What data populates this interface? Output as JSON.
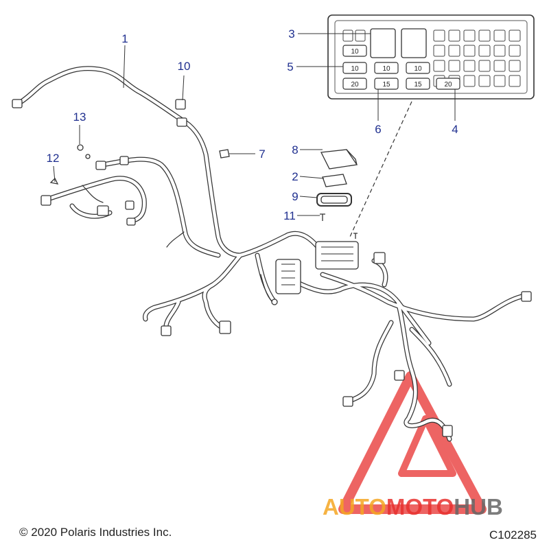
{
  "callouts": {
    "c1": "1",
    "c2": "2",
    "c3": "3",
    "c4": "4",
    "c5": "5",
    "c6": "6",
    "c7": "7",
    "c8": "8",
    "c9": "9",
    "c10": "10",
    "c11": "11",
    "c12": "12",
    "c13": "13"
  },
  "fuse_box": {
    "fuse_left_top": "10",
    "fuse_left_mid": "10",
    "fuse_left_bot": "20",
    "fuse_center_a_mid": "10",
    "fuse_center_b_mid": "10",
    "fuse_center_a_bot": "15",
    "fuse_center_b_bot": "15",
    "fuse_right_bot": "20"
  },
  "footer": {
    "copyright": "© 2020 Polaris Industries Inc.",
    "code": "C102285"
  },
  "watermark": {
    "part1": "AUTO",
    "part2": "MOTO",
    "part3": "HUB",
    "color_orange": "#f5a623",
    "color_red": "#e8312f",
    "color_gray": "#666666"
  },
  "colors": {
    "callout_text": "#1f2f8f",
    "line": "#333333",
    "harness_fill": "#ffffff"
  }
}
